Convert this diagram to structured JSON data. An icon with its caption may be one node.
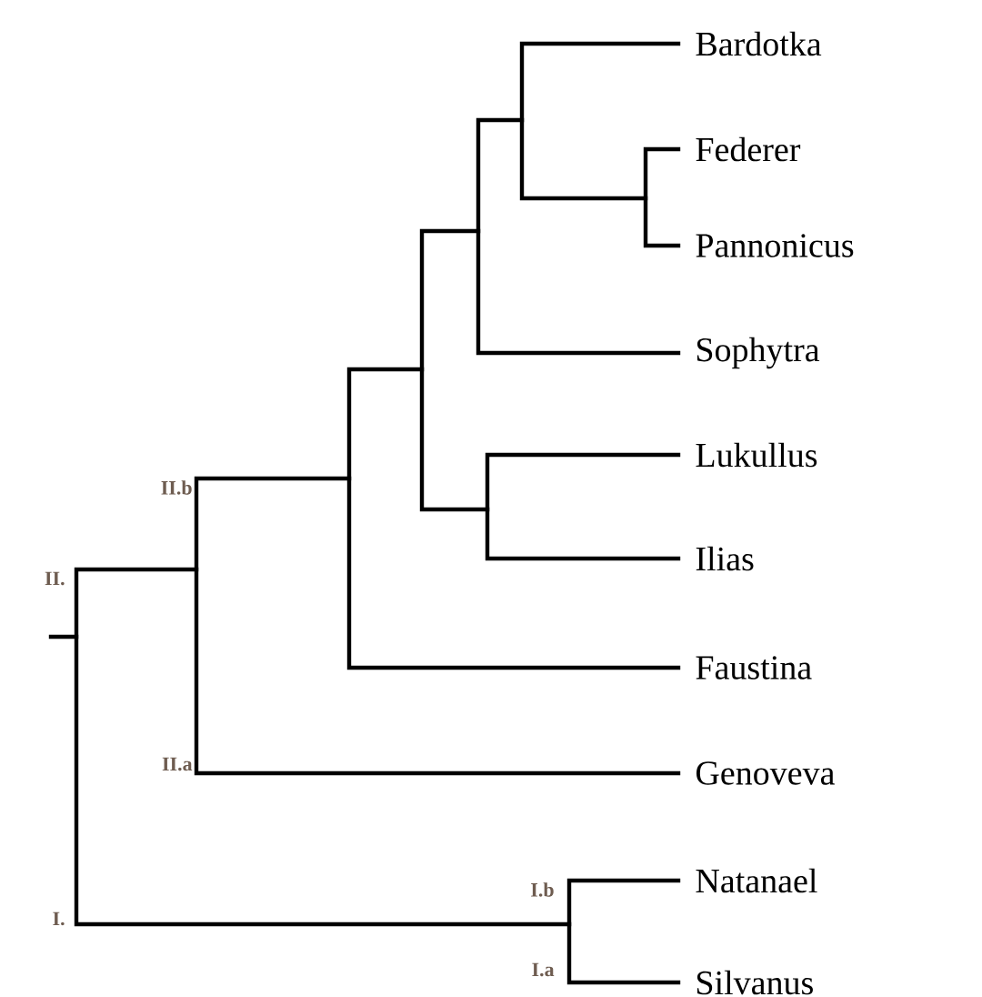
{
  "diagram": {
    "labels": [
      "Bardotka",
      "Federer",
      "Pannonicus",
      "Sophytra",
      "Lukullus",
      "II.b",
      "Ilias",
      "II.",
      "Faustina",
      "II.a",
      "Genoveva",
      "I.b",
      "Natanael",
      "I.",
      "I.a",
      "Silvanus"
    ]
  }
}
